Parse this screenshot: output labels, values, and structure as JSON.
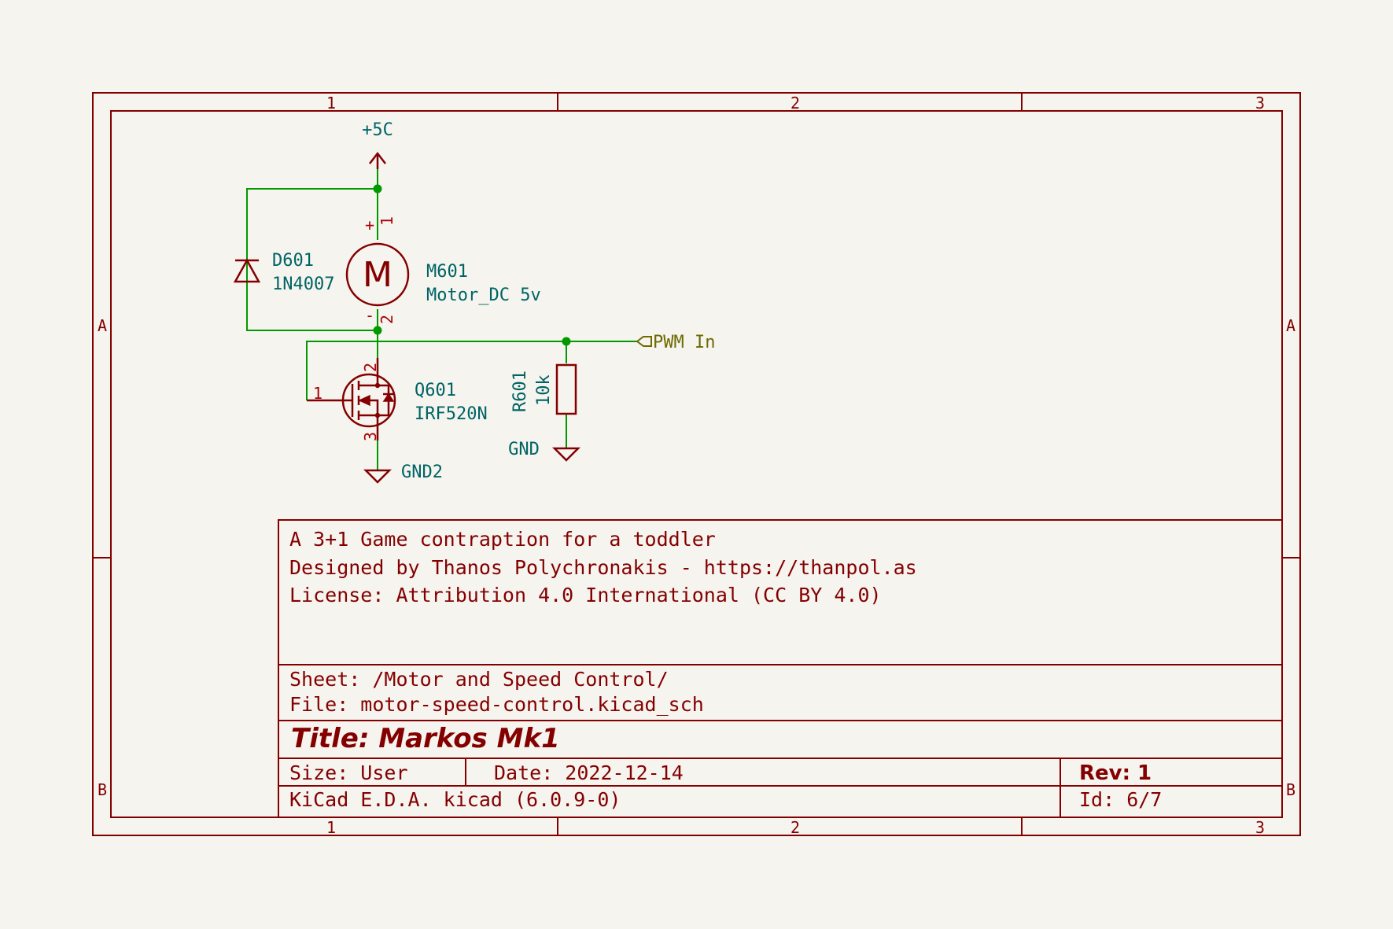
{
  "zones": {
    "cols": [
      "1",
      "2",
      "3"
    ],
    "rows": [
      "A",
      "B"
    ]
  },
  "power": {
    "vcc_label": "+5C",
    "gnd2_label": "GND2",
    "gnd_label": "GND"
  },
  "net_label": "PWM In",
  "components": {
    "diode": {
      "ref": "D601",
      "value": "1N4007"
    },
    "motor": {
      "ref": "M601",
      "value": "Motor_DC 5v",
      "symbol": "M",
      "pin1": "1",
      "pin2": "2",
      "plus": "+",
      "minus": "-"
    },
    "mosfet": {
      "ref": "Q601",
      "value": "IRF520N",
      "pin1": "1",
      "pin2": "2",
      "pin3": "3"
    },
    "resistor": {
      "ref": "R601",
      "value": "10k"
    }
  },
  "title_block": {
    "comment1": "A 3+1 Game contraption for a toddler",
    "comment2": "Designed by Thanos Polychronakis - https://thanpol.as",
    "comment3": "License: Attribution 4.0 International (CC BY 4.0)",
    "sheet": "Sheet: /Motor and Speed Control/",
    "file": "File: motor-speed-control.kicad_sch",
    "title": "Title: Markos Mk1",
    "size": "Size: User",
    "date": "Date: 2022-12-14",
    "rev": "Rev: 1",
    "tool": "KiCad E.D.A.  kicad (6.0.9-0)",
    "id": "Id: 6/7"
  },
  "colors": {
    "background": "#f5f4ef",
    "frame": "#840000",
    "wire": "#009900",
    "reference": "#006464",
    "label": "#6e6a00"
  }
}
